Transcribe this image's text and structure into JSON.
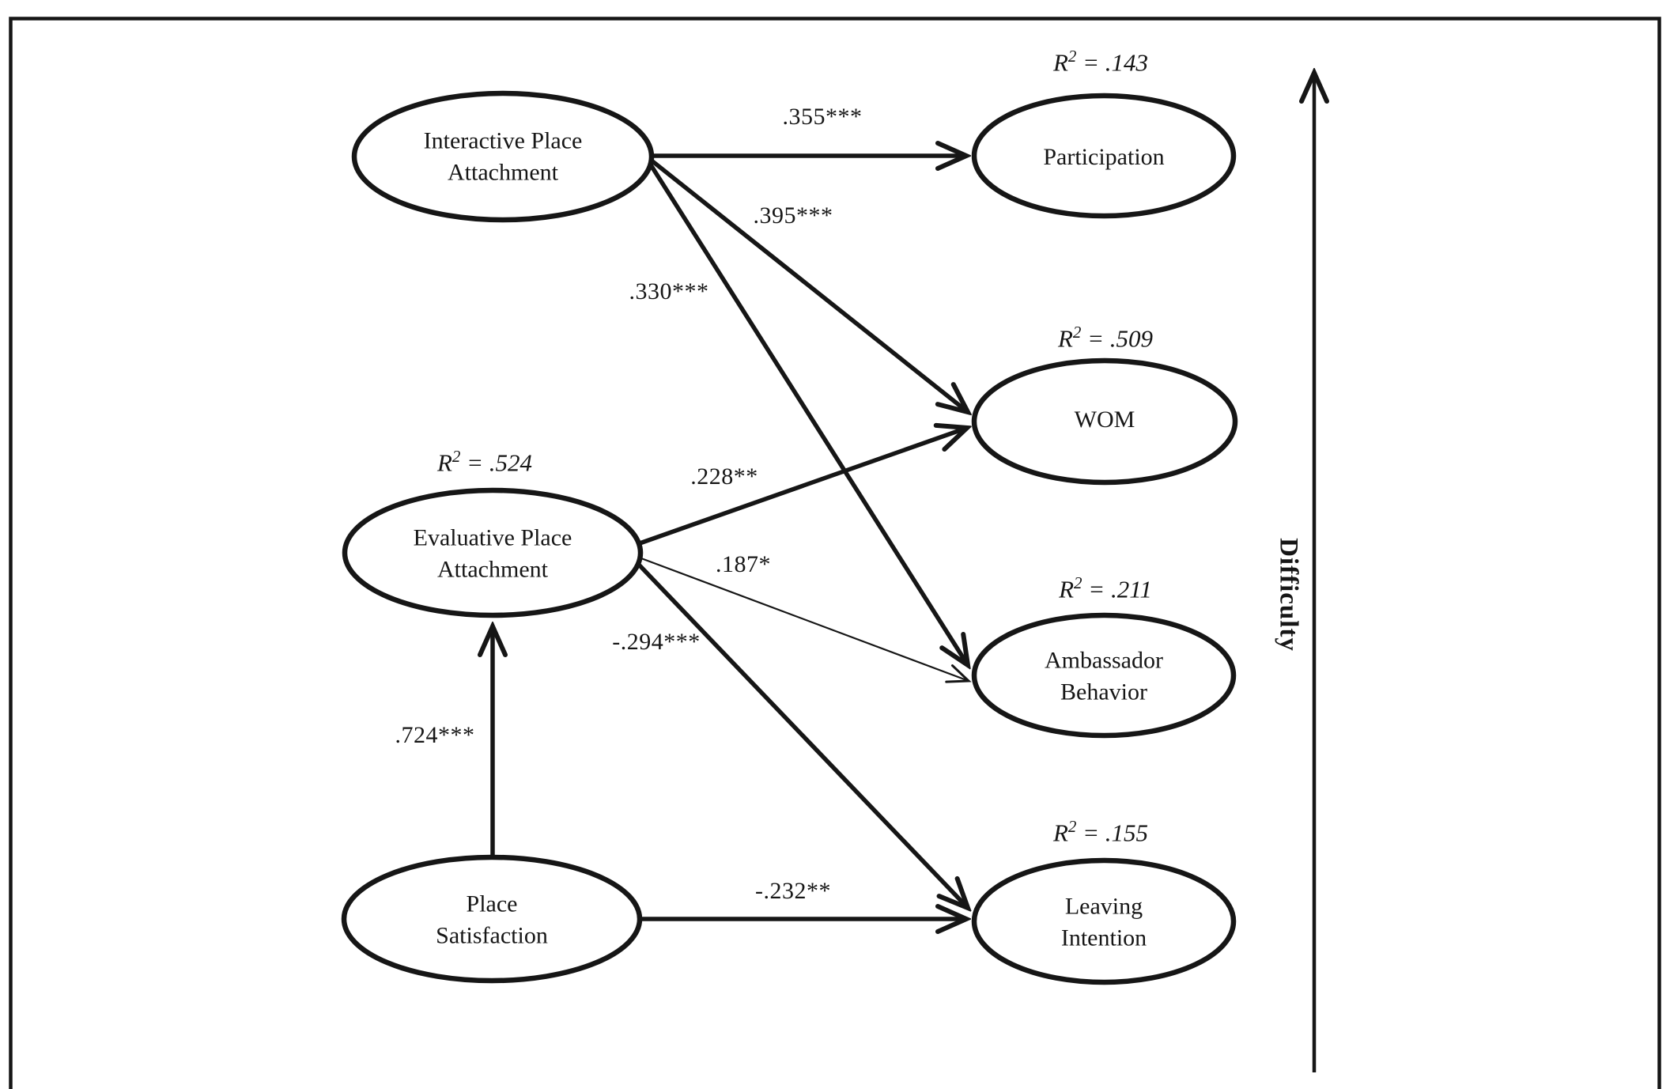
{
  "figure": {
    "type": "structural-equation-model-path-diagram",
    "nodes": {
      "interactive_place_attachment": {
        "label": "Interactive Place\nAttachment"
      },
      "evaluative_place_attachment": {
        "label": "Evaluative Place\nAttachment",
        "r2": " = .524"
      },
      "place_satisfaction": {
        "label": "Place\nSatisfaction"
      },
      "participation": {
        "label": "Participation",
        "r2": " = .143"
      },
      "wom": {
        "label": "WOM",
        "r2": " = .509"
      },
      "ambassador_behavior": {
        "label": "Ambassador\nBehavior",
        "r2": " = .211"
      },
      "leaving_intention": {
        "label": "Leaving\nIntention",
        "r2": " = .155"
      }
    },
    "r2_symbol": {
      "base": "R",
      "sup": "2"
    },
    "edges": [
      {
        "from": "Interactive Place Attachment",
        "to": "Participation",
        "coefficient": ".355***"
      },
      {
        "from": "Interactive Place Attachment",
        "to": "WOM",
        "coefficient": ".395***"
      },
      {
        "from": "Interactive Place Attachment",
        "to": "Ambassador Behavior",
        "coefficient": ".330***"
      },
      {
        "from": "Evaluative Place Attachment",
        "to": "WOM",
        "coefficient": ".228**"
      },
      {
        "from": "Evaluative Place Attachment",
        "to": "Ambassador Behavior",
        "coefficient": ".187*"
      },
      {
        "from": "Evaluative Place Attachment",
        "to": "Leaving Intention",
        "coefficient": "-.294***"
      },
      {
        "from": "Place Satisfaction",
        "to": "Evaluative Place Attachment",
        "coefficient": ".724***"
      },
      {
        "from": "Place Satisfaction",
        "to": "Leaving Intention",
        "coefficient": "-.232**"
      }
    ],
    "axis": {
      "label": "Difficulty"
    },
    "colors": {
      "ink": "#161616",
      "background": "#ffffff"
    }
  }
}
